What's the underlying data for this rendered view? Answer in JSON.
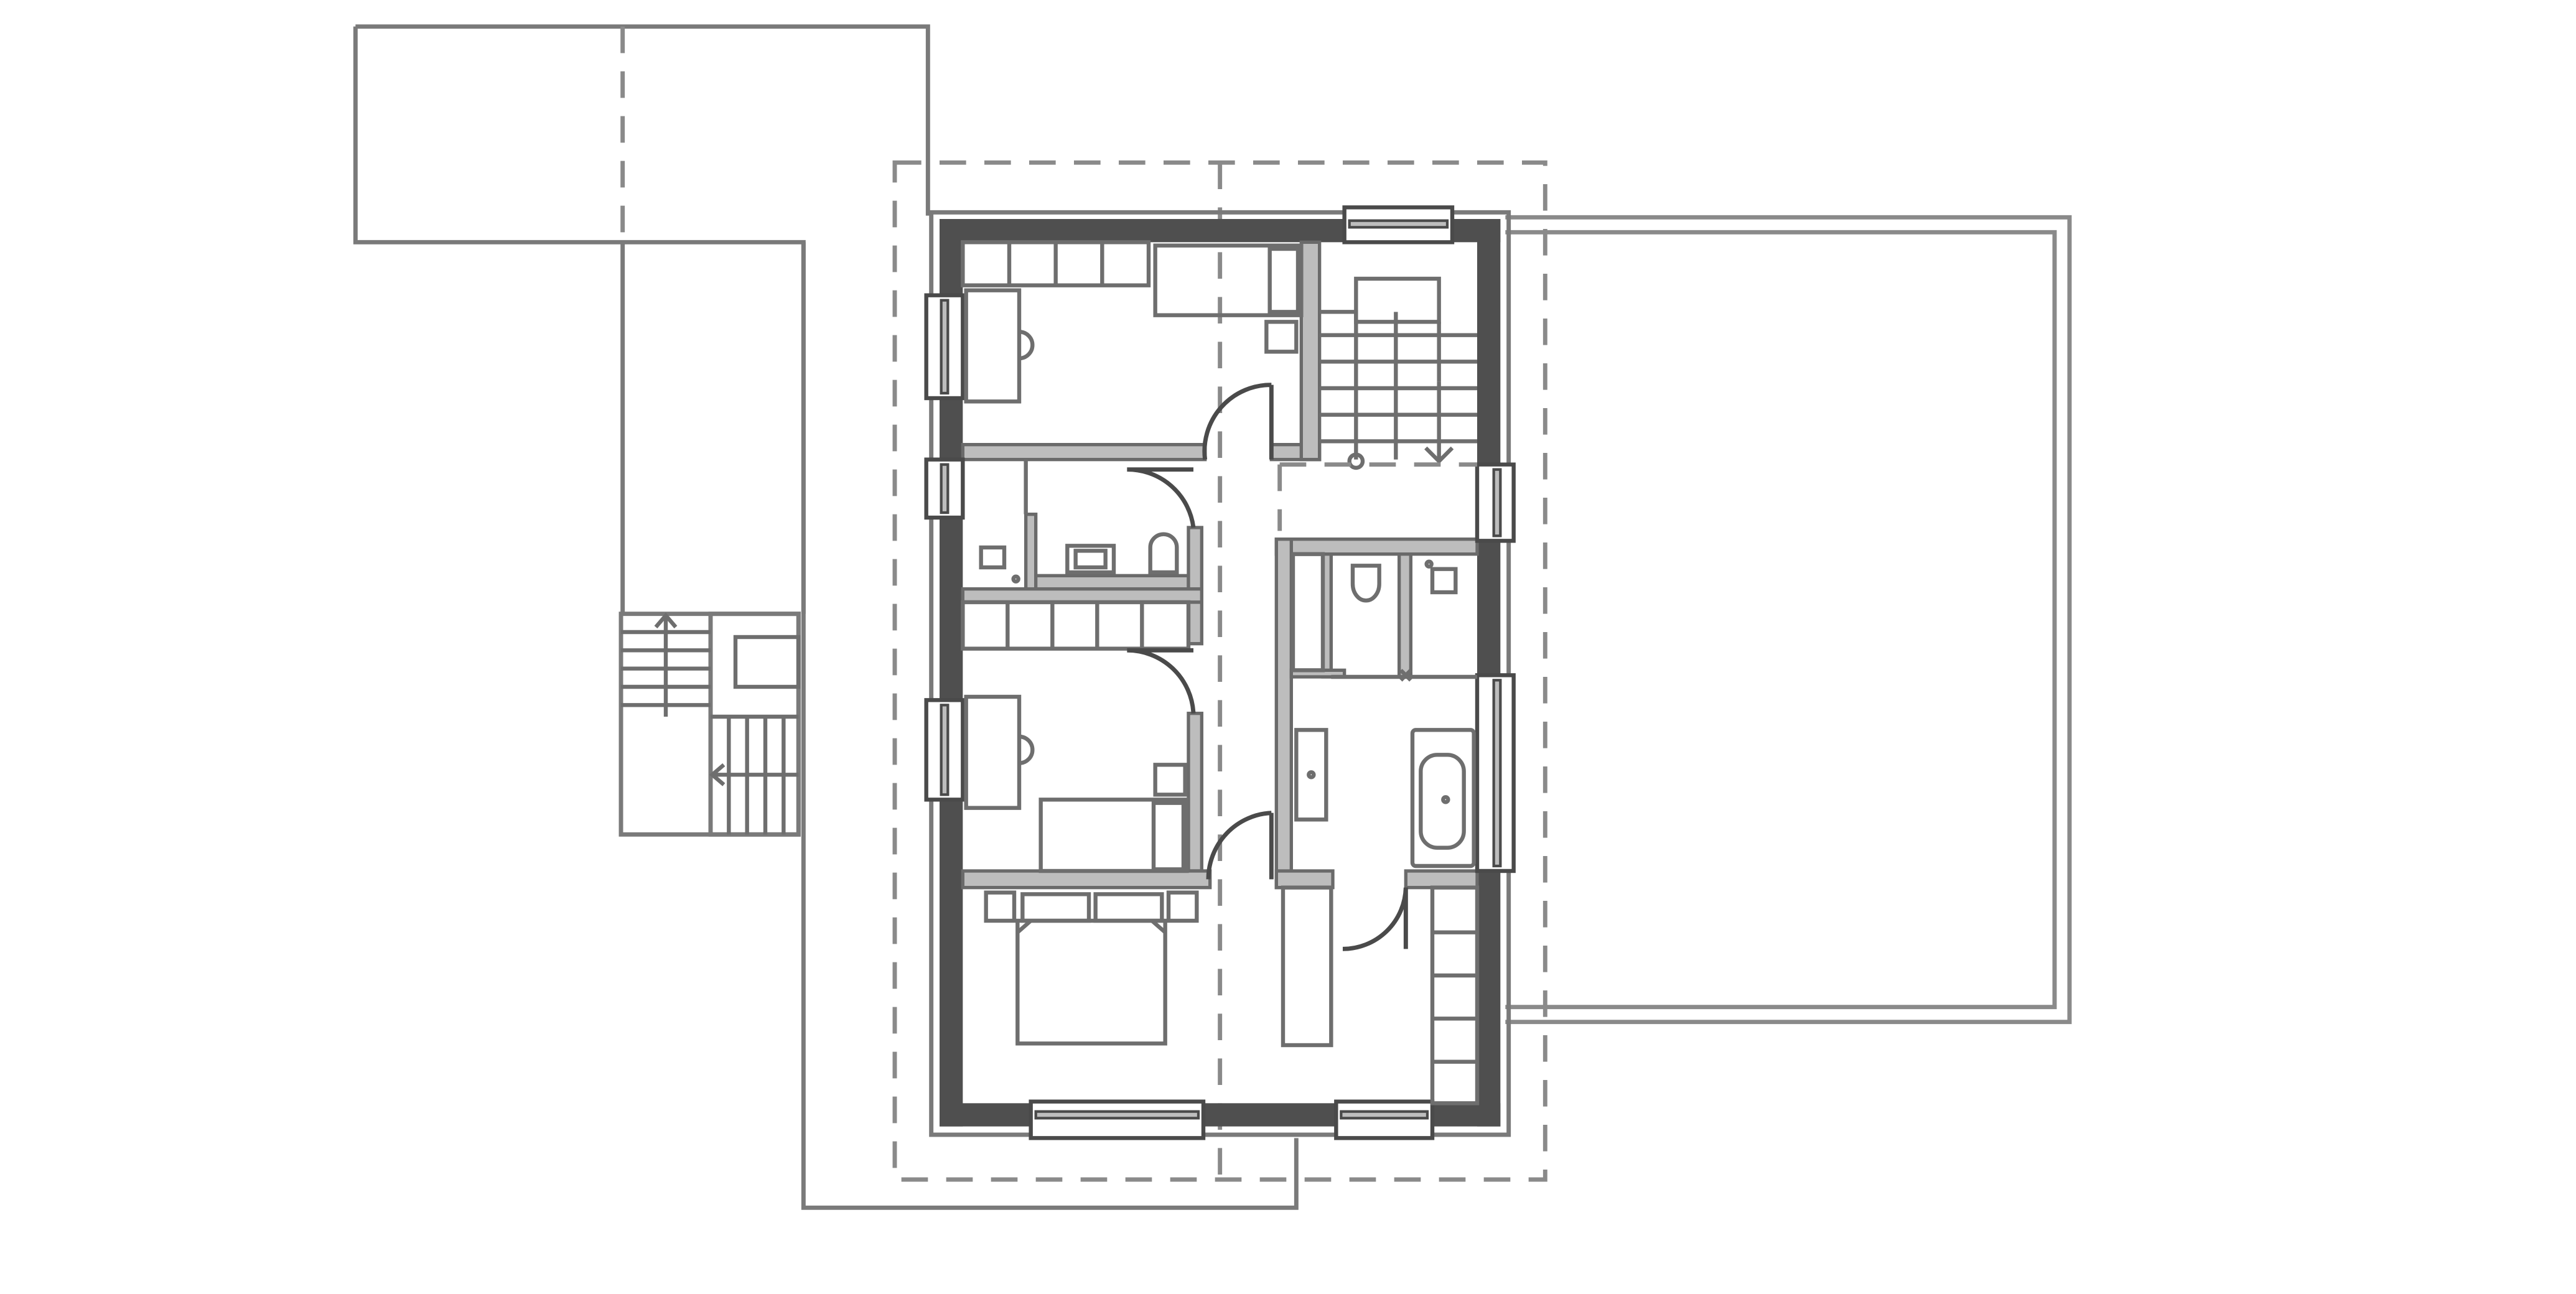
{
  "drawing": {
    "kind": "architectural floor plan",
    "level": "upper floor",
    "text_labels": []
  },
  "colors": {
    "background": "#ffffff",
    "exterior_wall": "#4f4f4f",
    "interior_wall": "#bdbdbd",
    "linework": "#7a7a7a"
  },
  "rooms": [
    {
      "key": "bedroom-north",
      "icon": "bed-icon"
    },
    {
      "key": "stair-hall",
      "icon": "stair-icon"
    },
    {
      "key": "shower-room",
      "icon": "toilet-icon"
    },
    {
      "key": "bedroom-middle",
      "icon": "desk-icon"
    },
    {
      "key": "bathroom",
      "icon": "bathtub-icon"
    },
    {
      "key": "master-bedroom",
      "icon": "double-bed-icon"
    }
  ]
}
